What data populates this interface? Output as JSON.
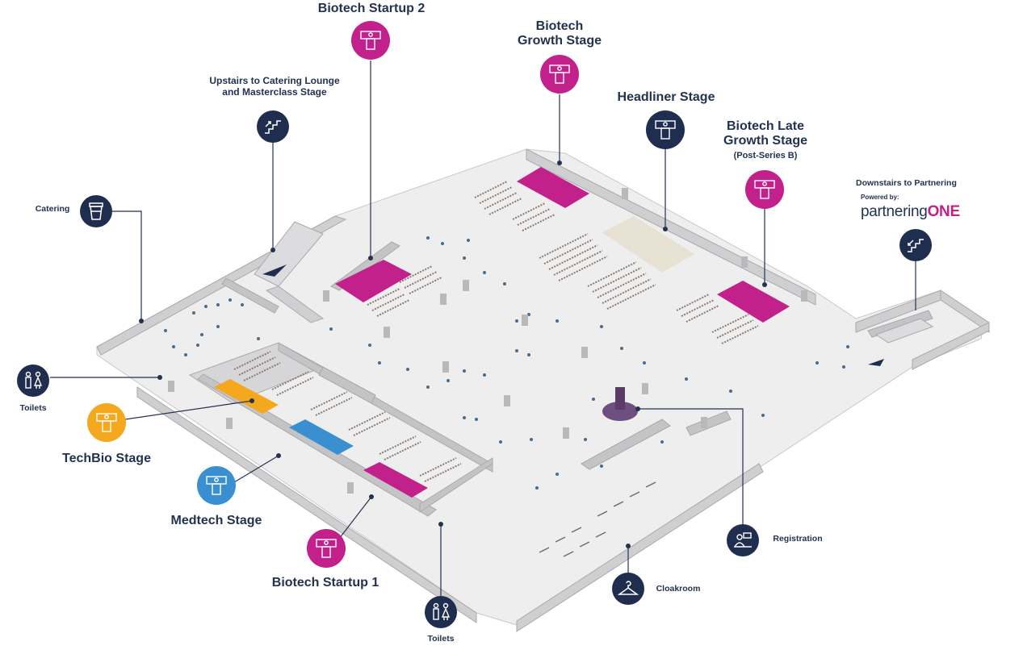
{
  "colors": {
    "navy": "#1f2d4e",
    "magenta": "#c2208a",
    "orange": "#f4a81d",
    "blue": "#3a8fd0",
    "floor": "#eeeeef",
    "wall": "#b9b9bb"
  },
  "locations": [
    {
      "id": "biotech-startup-2",
      "label": "Biotech Startup 2",
      "icon": "stage-podium-icon",
      "color": "magenta"
    },
    {
      "id": "biotech-growth-stage",
      "label_lines": [
        "Biotech",
        "Growth Stage"
      ],
      "icon": "stage-podium-icon",
      "color": "magenta"
    },
    {
      "id": "headliner-stage",
      "label": "Headliner Stage",
      "icon": "stage-podium-icon",
      "color": "navy"
    },
    {
      "id": "biotech-late-growth-stage",
      "label_lines": [
        "Biotech Late",
        "Growth Stage"
      ],
      "sublabel": "(Post-Series B)",
      "icon": "stage-podium-icon",
      "color": "magenta"
    },
    {
      "id": "upstairs",
      "label_lines": [
        "Upstairs to Catering Lounge",
        "and Masterclass Stage"
      ],
      "icon": "stairs-up-icon",
      "color": "navy"
    },
    {
      "id": "catering",
      "label": "Catering",
      "icon": "coffee-cup-icon",
      "color": "navy"
    },
    {
      "id": "toilets-left",
      "label": "Toilets",
      "icon": "toilets-icon",
      "color": "navy"
    },
    {
      "id": "techbio-stage",
      "label": "TechBio Stage",
      "icon": "stage-podium-icon",
      "color": "orange"
    },
    {
      "id": "medtech-stage",
      "label": "Medtech Stage",
      "icon": "stage-podium-icon",
      "color": "blue"
    },
    {
      "id": "biotech-startup-1",
      "label": "Biotech Startup 1",
      "icon": "stage-podium-icon",
      "color": "magenta"
    },
    {
      "id": "toilets-bottom",
      "label": "Toilets",
      "icon": "toilets-icon",
      "color": "navy"
    },
    {
      "id": "cloakroom",
      "label": "Cloakroom",
      "icon": "hanger-icon",
      "color": "navy"
    },
    {
      "id": "registration",
      "label": "Registration",
      "icon": "registration-desk-icon",
      "color": "navy"
    },
    {
      "id": "downstairs",
      "label": "Downstairs to Partnering",
      "icon": "stairs-down-icon",
      "color": "navy"
    }
  ],
  "sponsor": {
    "powered_by": "Powered by:",
    "brand_main": "partnering",
    "brand_accent": "ONE"
  }
}
